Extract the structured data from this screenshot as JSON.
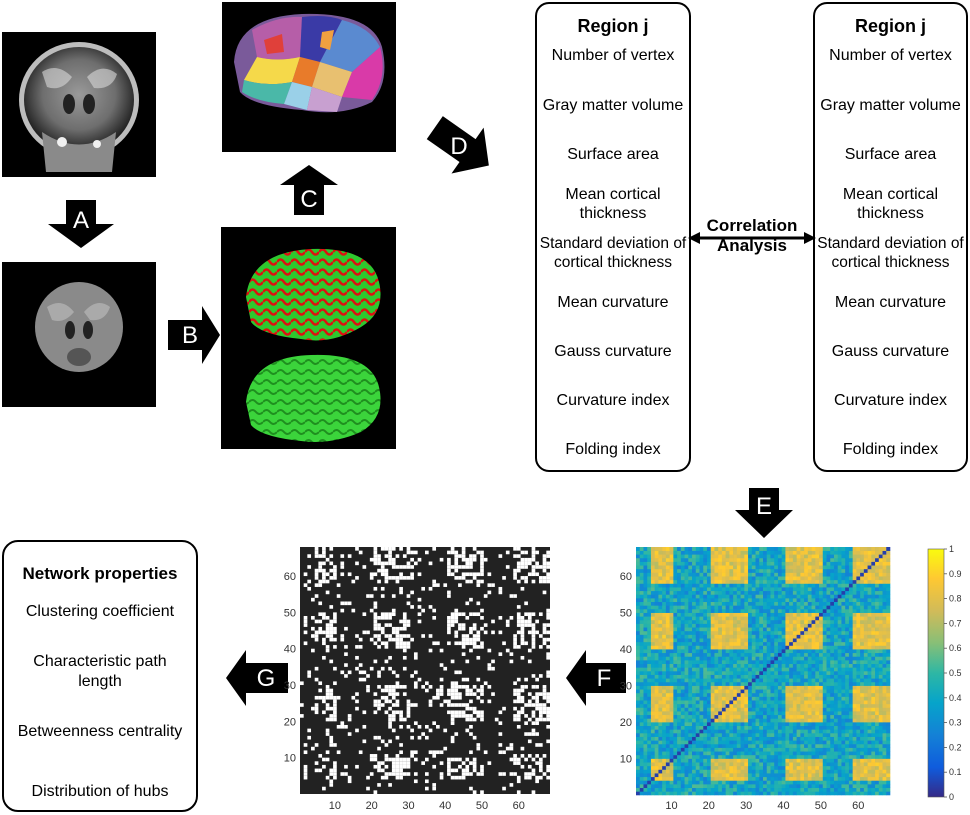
{
  "arrows": [
    {
      "id": "A",
      "label": "A"
    },
    {
      "id": "B",
      "label": "B"
    },
    {
      "id": "C",
      "label": "C"
    },
    {
      "id": "D",
      "label": "D"
    },
    {
      "id": "E",
      "label": "E"
    },
    {
      "id": "F",
      "label": "F"
    },
    {
      "id": "G",
      "label": "G"
    }
  ],
  "region_left": {
    "title": "Region j",
    "items": [
      "Number of vertex",
      "Gray matter volume",
      "Surface area",
      "Mean cortical thickness",
      "Standard deviation of cortical thickness",
      "Mean curvature",
      "Gauss curvature",
      "Curvature index",
      "Folding index"
    ]
  },
  "region_right": {
    "title": "Region j",
    "items": [
      "Number of vertex",
      "Gray matter volume",
      "Surface area",
      "Mean cortical thickness",
      "Standard deviation of cortical thickness",
      "Mean curvature",
      "Gauss curvature",
      "Curvature index",
      "Folding index"
    ]
  },
  "correlation": {
    "line1": "Correlation",
    "line2": "Analysis"
  },
  "network": {
    "title": "Network properties",
    "items": [
      "Clustering coefficient",
      "Characteristic path length",
      "Betweenness centrality",
      "Distribution of hubs"
    ]
  },
  "binary_matrix": {
    "y_ticks": [
      "60",
      "50",
      "40",
      "30",
      "20",
      "10"
    ],
    "x_ticks": [
      "10",
      "20",
      "30",
      "40",
      "50",
      "60"
    ],
    "size": 68,
    "colors": {
      "on": "#ffffff",
      "off": "#222222"
    }
  },
  "corr_matrix": {
    "y_ticks": [
      "60",
      "50",
      "40",
      "30",
      "20",
      "10"
    ],
    "x_ticks": [
      "10",
      "20",
      "30",
      "40",
      "50",
      "60"
    ],
    "size": 68
  },
  "colorbar": {
    "ticks": [
      "1",
      "0.9",
      "0.8",
      "0.7",
      "0.6",
      "0.5",
      "0.4",
      "0.3",
      "0.2",
      "0.1",
      "0"
    ]
  }
}
